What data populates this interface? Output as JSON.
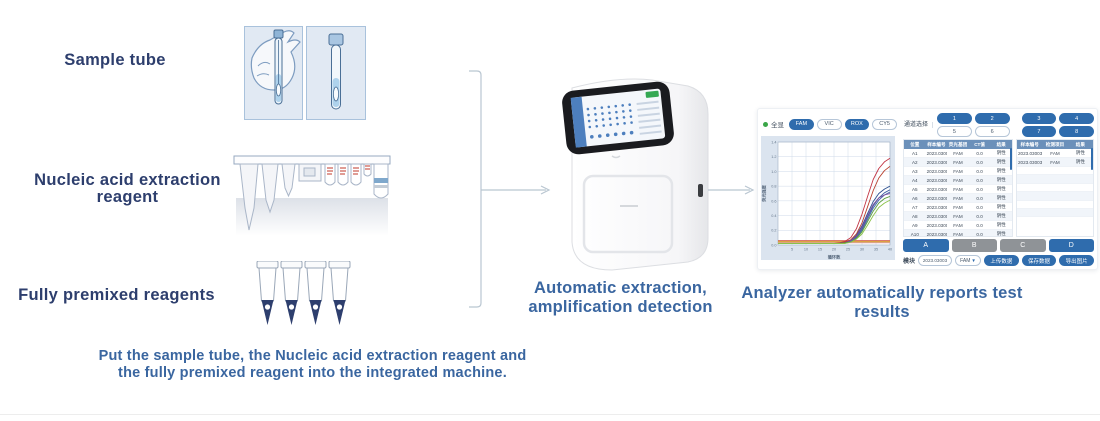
{
  "steps": {
    "sample_tube_label": "Sample tube",
    "extraction_label_line1": "Nucleic acid extraction",
    "extraction_label_line2": "reagent",
    "premixed_label": "Fully premixed reagents"
  },
  "captions": {
    "bottom_line1": "Put the sample tube, the Nucleic acid extraction reagent and",
    "bottom_line2": "the fully premixed reagent into the integrated machine.",
    "machine_line1": "Automatic extraction,",
    "machine_line2": "amplification detection",
    "analyzer": "Analyzer automatically reports test results"
  },
  "colors": {
    "label_navy": "#2d3e6d",
    "caption_blue": "#3a66a0",
    "pill_blue": "#2f6cad",
    "table_header_blue": "#6b90ba",
    "status_green": "#3aa648",
    "chart_panel": "#dbe4ef"
  },
  "analyzer": {
    "legend": {
      "all_label": "全显",
      "channels": [
        {
          "label": "FAM",
          "active": true
        },
        {
          "label": "VIC",
          "active": false
        },
        {
          "label": "ROX",
          "active": true
        },
        {
          "label": "CY5",
          "active": false
        }
      ]
    },
    "channel_select": {
      "label": "通道选择",
      "buttons": [
        {
          "label": "1",
          "active": true
        },
        {
          "label": "2",
          "active": true
        },
        {
          "label": "3",
          "active": true
        },
        {
          "label": "4",
          "active": true
        },
        {
          "label": "5",
          "active": false
        },
        {
          "label": "6",
          "active": false
        },
        {
          "label": "7",
          "active": true
        },
        {
          "label": "8",
          "active": true
        }
      ]
    },
    "results_table": {
      "headers": [
        "位置",
        "样本编号",
        "荧光基团",
        "CT值",
        "结果"
      ],
      "rows": [
        [
          "A1",
          "2023.03003",
          "FAM",
          "0.0",
          "阴性"
        ],
        [
          "A2",
          "2023.03003",
          "FAM",
          "0.0",
          "阴性"
        ],
        [
          "A3",
          "2023.03003",
          "FAM",
          "0.0",
          "阴性"
        ],
        [
          "A4",
          "2023.03003",
          "FAM",
          "0.0",
          "阴性"
        ],
        [
          "A5",
          "2023.03003",
          "FAM",
          "0.0",
          "阴性"
        ],
        [
          "A6",
          "2023.03003",
          "FAM",
          "0.0",
          "阴性"
        ],
        [
          "A7",
          "2023.03003",
          "FAM",
          "0.0",
          "阴性"
        ],
        [
          "A8",
          "2023.03003",
          "FAM",
          "0.0",
          "阴性"
        ],
        [
          "A9",
          "2023.03003",
          "FAM",
          "0.0",
          "阴性"
        ],
        [
          "A10",
          "2023.03003",
          "FAM",
          "0.0",
          "阴性"
        ]
      ]
    },
    "summary_table": {
      "headers": [
        "样本编号",
        "检测项目",
        "结果"
      ],
      "rows": [
        [
          "2023.03003",
          "FAM",
          "阴性"
        ],
        [
          "2023.03003",
          "FAM",
          "阴性"
        ],
        [
          "",
          "",
          ""
        ],
        [
          "",
          "",
          ""
        ],
        [
          "",
          "",
          ""
        ],
        [
          "",
          "",
          ""
        ],
        [
          "",
          "",
          ""
        ],
        [
          "",
          "",
          ""
        ]
      ]
    },
    "module_buttons": [
      {
        "label": "A",
        "style": "blue"
      },
      {
        "label": "B",
        "style": "gray"
      },
      {
        "label": "C",
        "style": "gray"
      },
      {
        "label": "D",
        "style": "blue"
      }
    ],
    "bottom_bar": {
      "label": "模块",
      "sample_id": "2023.03003",
      "channel_value": "FAM",
      "actions": [
        {
          "label": "上传数据",
          "style": "blue"
        },
        {
          "label": "保存数据",
          "style": "blue"
        },
        {
          "label": "导出图片",
          "style": "blue"
        }
      ]
    }
  },
  "chart_data": {
    "type": "line",
    "title": "",
    "xlabel": "循环数",
    "ylabel": "荧光强度",
    "xlim": [
      0,
      40
    ],
    "ylim": [
      0,
      1.4
    ],
    "xticks": [
      5,
      10,
      15,
      20,
      25,
      30,
      35,
      40
    ],
    "yticks": [
      0,
      0.2,
      0.4,
      0.6,
      0.8,
      1.0,
      1.2,
      1.4
    ],
    "grid": true,
    "legend_position": "top",
    "x": [
      0,
      2,
      4,
      6,
      8,
      10,
      12,
      14,
      16,
      18,
      20,
      22,
      24,
      26,
      28,
      30,
      32,
      34,
      36,
      38,
      40
    ],
    "series": [
      {
        "name": "baseline-red",
        "color": "#d35f5f",
        "x": [
          0,
          40
        ],
        "values": [
          0.06,
          0.06
        ]
      },
      {
        "name": "baseline-orange",
        "color": "#e09033",
        "x": [
          0,
          40
        ],
        "values": [
          0.05,
          0.05
        ]
      },
      {
        "name": "baseline-gold",
        "color": "#cfae3a",
        "x": [
          0,
          40
        ],
        "values": [
          0.04,
          0.04
        ]
      },
      {
        "name": "baseline-pink",
        "color": "#e2a0b0",
        "x": [
          0,
          40
        ],
        "values": [
          0.03,
          0.03
        ]
      },
      {
        "name": "curve-red-1",
        "color": "#c23545",
        "values": [
          0.02,
          0.02,
          0.02,
          0.02,
          0.02,
          0.02,
          0.02,
          0.02,
          0.02,
          0.02,
          0.02,
          0.03,
          0.05,
          0.1,
          0.22,
          0.42,
          0.66,
          0.89,
          1.04,
          1.13,
          1.18
        ]
      },
      {
        "name": "curve-red-2",
        "color": "#b8412f",
        "values": [
          0.02,
          0.02,
          0.02,
          0.02,
          0.02,
          0.02,
          0.02,
          0.02,
          0.02,
          0.02,
          0.02,
          0.02,
          0.04,
          0.07,
          0.15,
          0.3,
          0.52,
          0.74,
          0.91,
          1.01,
          1.07
        ]
      },
      {
        "name": "curve-navy-1",
        "color": "#2c4f8f",
        "values": [
          0.02,
          0.02,
          0.02,
          0.02,
          0.02,
          0.02,
          0.02,
          0.02,
          0.02,
          0.02,
          0.02,
          0.02,
          0.03,
          0.06,
          0.13,
          0.26,
          0.43,
          0.59,
          0.7,
          0.76,
          0.8
        ]
      },
      {
        "name": "curve-navy-2",
        "color": "#3a5fa0",
        "values": [
          0.02,
          0.02,
          0.02,
          0.02,
          0.02,
          0.02,
          0.02,
          0.02,
          0.02,
          0.02,
          0.02,
          0.02,
          0.03,
          0.05,
          0.11,
          0.22,
          0.38,
          0.53,
          0.64,
          0.71,
          0.75
        ]
      },
      {
        "name": "curve-blue-3",
        "color": "#4466aa",
        "values": [
          0.02,
          0.02,
          0.02,
          0.02,
          0.02,
          0.02,
          0.02,
          0.02,
          0.02,
          0.02,
          0.02,
          0.02,
          0.03,
          0.05,
          0.1,
          0.2,
          0.35,
          0.5,
          0.61,
          0.68,
          0.72
        ]
      },
      {
        "name": "curve-purple",
        "color": "#7b4fa0",
        "values": [
          0.02,
          0.02,
          0.02,
          0.02,
          0.02,
          0.02,
          0.02,
          0.02,
          0.02,
          0.02,
          0.02,
          0.02,
          0.03,
          0.06,
          0.12,
          0.24,
          0.4,
          0.55,
          0.64,
          0.68,
          0.7
        ]
      },
      {
        "name": "curve-green-1",
        "color": "#5a9e3f",
        "values": [
          0.02,
          0.02,
          0.02,
          0.02,
          0.02,
          0.02,
          0.02,
          0.02,
          0.02,
          0.02,
          0.02,
          0.02,
          0.03,
          0.04,
          0.09,
          0.18,
          0.32,
          0.46,
          0.57,
          0.63,
          0.66
        ]
      },
      {
        "name": "curve-green-2",
        "color": "#8bc24a",
        "values": [
          0.02,
          0.02,
          0.02,
          0.02,
          0.02,
          0.02,
          0.02,
          0.02,
          0.02,
          0.02,
          0.02,
          0.02,
          0.02,
          0.04,
          0.08,
          0.15,
          0.27,
          0.4,
          0.51,
          0.57,
          0.61
        ]
      }
    ]
  }
}
